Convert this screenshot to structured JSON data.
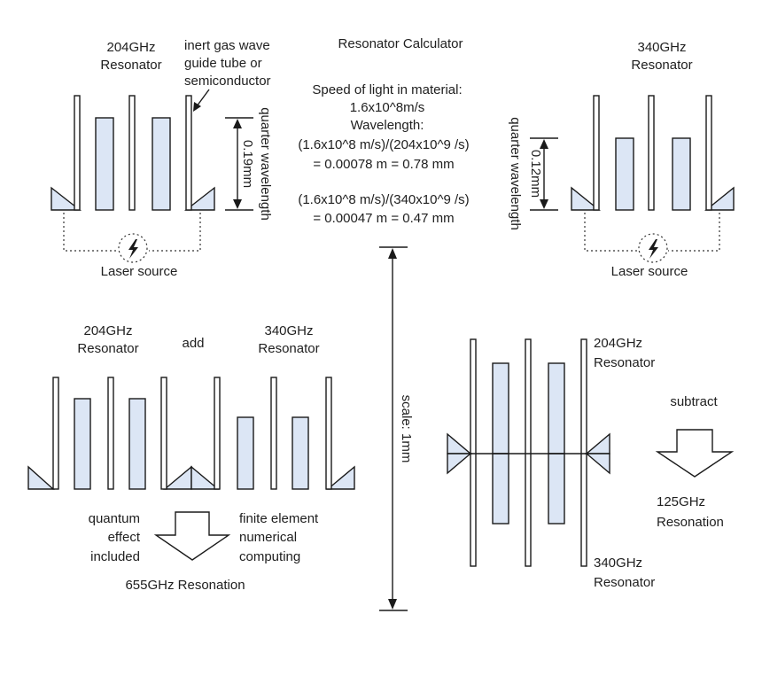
{
  "title": "Resonator Calculator",
  "top_left": {
    "label_line1": "204GHz",
    "label_line2": "Resonator",
    "note_line1": "inert gas wave",
    "note_line2": "guide tube or",
    "note_line3": "semiconductor",
    "dimension_value": "0.19mm",
    "dimension_name": "quarter wavelength",
    "laser_label": "Laser source"
  },
  "top_right": {
    "label_line1": "340GHz",
    "label_line2": "Resonator",
    "dimension_value": "0.12mm",
    "dimension_name": "quarter wavelength",
    "laser_label": "Laser source"
  },
  "calculation": {
    "line1": "Speed of light in material:",
    "line2": "1.6x10^8m/s",
    "line3": "Wavelength:",
    "line4": "(1.6x10^8 m/s)/(204x10^9 /s)",
    "line5": "= 0.00078 m = 0.78 mm",
    "line6": "(1.6x10^8 m/s)/(340x10^9 /s)",
    "line7": "= 0.00047 m = 0.47 mm"
  },
  "scale_label": "scale: 1mm",
  "bottom_left": {
    "label_a_line1": "204GHz",
    "label_a_line2": "Resonator",
    "operation": "add",
    "label_b_line1": "340GHz",
    "label_b_line2": "Resonator",
    "left_note_line1": "quantum",
    "left_note_line2": "effect",
    "left_note_line3": "included",
    "right_note_line1": "finite element",
    "right_note_line2": "numerical",
    "right_note_line3": "computing",
    "result": "655GHz Resonation"
  },
  "bottom_right": {
    "label_top_line1": "204GHz",
    "label_top_line2": "Resonator",
    "operation": "subtract",
    "result_line1": "125GHz",
    "result_line2": "Resonation",
    "label_bottom_line1": "340GHz",
    "label_bottom_line2": "Resonator"
  }
}
